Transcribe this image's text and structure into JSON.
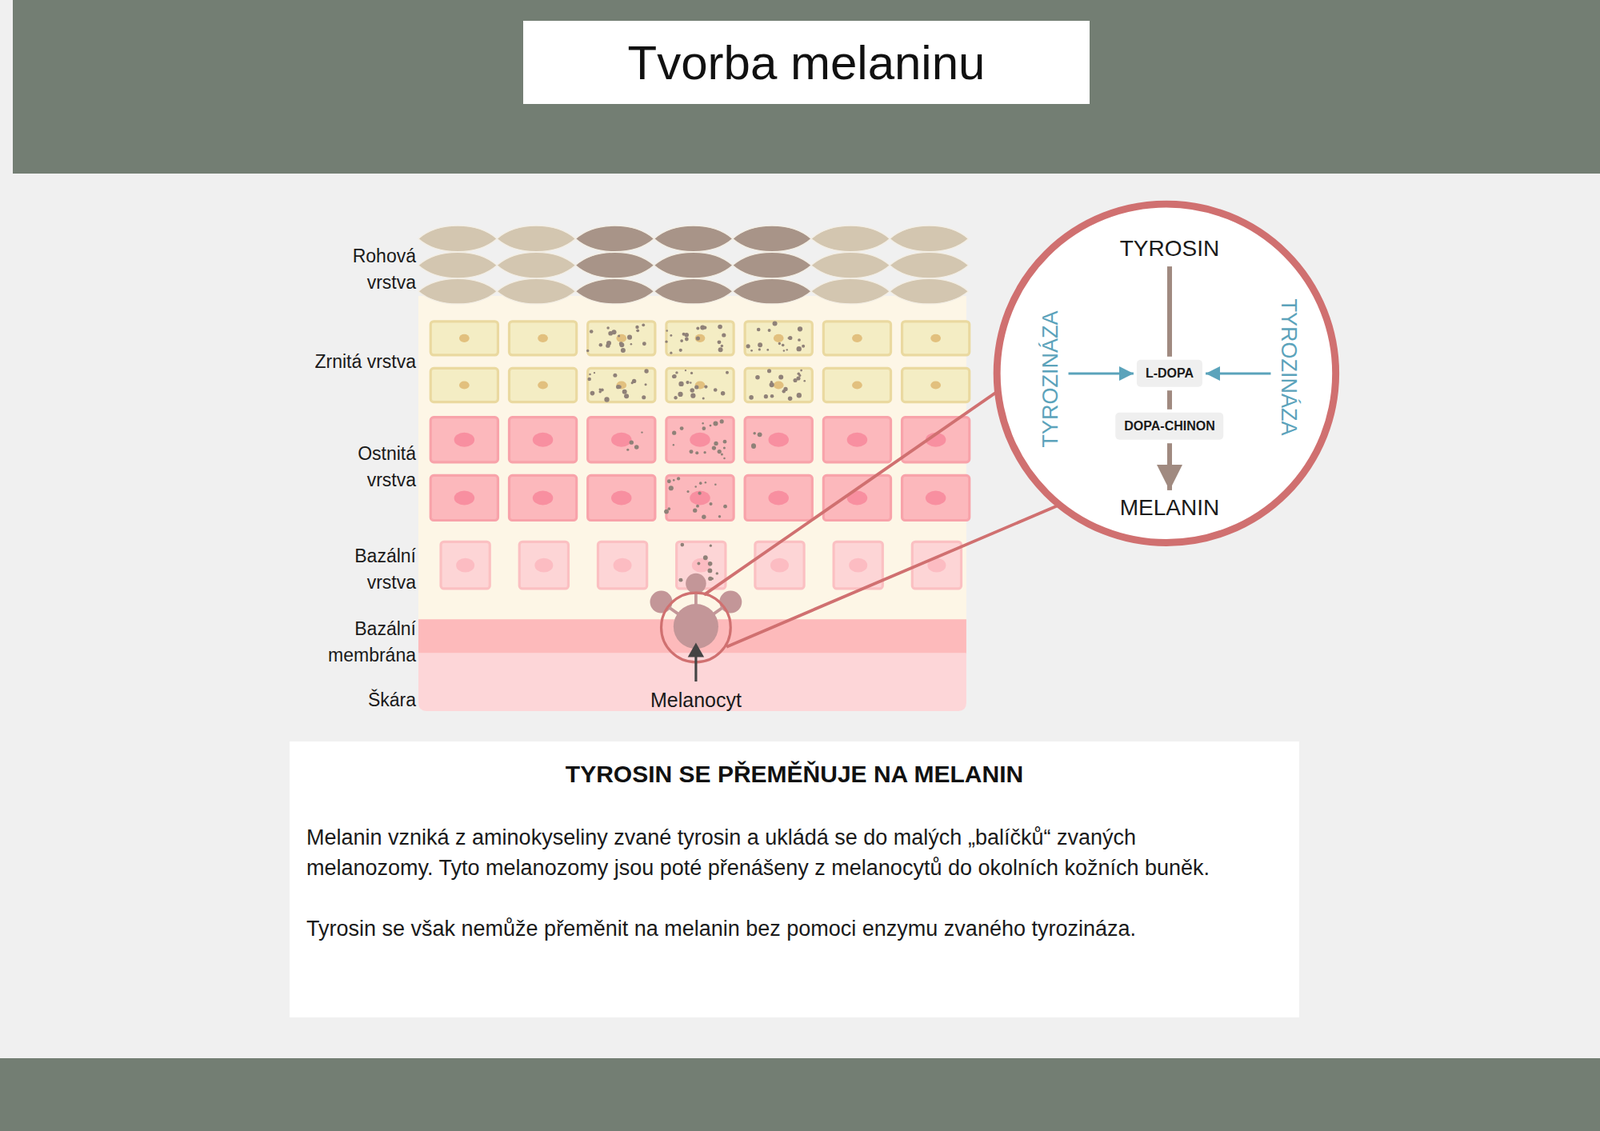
{
  "diagram": {
    "title": "Tvorba melaninu",
    "nodes": [
      {
        "text": [
          "TYROSIN"
        ]
      },
      {
        "text": [
          "TYROZINÁZA"
        ]
      },
      {
        "text": [
          "L-DOPA"
        ]
      },
      {
        "text": [
          "TYROZINÁZA"
        ]
      },
      {
        "text": [
          "DOPA-CHINON"
        ]
      },
      {
        "text": [
          "MELANIN"
        ]
      },
      {
        "text": [
          "TYROSIN SE PŘEMĚŇUJE NA MELANIN",
          "Melanin vzniká z aminokyseliny zvané tyrosin a ukládá se do malých „balíčků“ zvaných melanozomy. Tyto melanozomy jsou poté přenášeny z melanocytů do okolních kožních buněk.",
          "Tyrosin se však nemůže přeměnit na melanin bez pomoci enzymu zvaného tyrozináza."
        ]
      }
    ],
    "edges": [
      {
        "from": 0,
        "to": 2,
        "arrow": "none"
      },
      {
        "from": 2,
        "to": 4,
        "arrow": "none"
      },
      {
        "from": 4,
        "to": 5,
        "arrow": "to"
      },
      {
        "from": 1,
        "to": 2,
        "arrow": "to"
      },
      {
        "from": 3,
        "to": 2,
        "arrow": "to"
      }
    ],
    "labels": [
      "Rohová vrstva",
      "Zrnitá vrstva",
      "Ostnitá vrstva",
      "Bazální vrstva",
      "Bazální membrána",
      "Škára",
      "Melanocyt"
    ]
  }
}
